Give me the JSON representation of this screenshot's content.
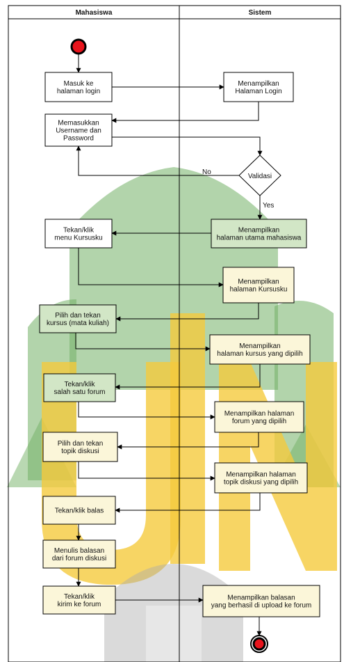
{
  "lanes": {
    "left": "Mahasiswa",
    "right": "Sistem"
  },
  "watermark": {
    "text": "UIN",
    "colors": {
      "green": "#5aa34a",
      "yellow": "#f3c01a",
      "gray": "#9e9e9e"
    }
  },
  "colors": {
    "stroke": "#000000",
    "node_fill": "#ffffff",
    "node_fill_highlight": "#fbf6d9",
    "node_fill_green": "#d2e6c6",
    "start_fill": "#e8141c"
  },
  "nodes": {
    "masuk_login": [
      "Masuk ke",
      "halaman login"
    ],
    "menampilkan_login": [
      "Menampilkan",
      "Halaman Login"
    ],
    "memasukkan": [
      "Memasukkan",
      "Username dan",
      "Password"
    ],
    "validasi": [
      "Validasi"
    ],
    "menu_kursusku": [
      "Tekan/klik",
      "menu Kursusku"
    ],
    "halaman_utama": [
      "Menampilkan",
      "halaman utama mahasiswa"
    ],
    "halaman_kursusku": [
      "Menampilkan",
      "halaman Kursusku"
    ],
    "pilih_kursus": [
      "Pilih dan tekan",
      "kursus (mata kuliah)"
    ],
    "halaman_kursus": [
      "Menampilkan",
      "halaman kursus yang dipilih"
    ],
    "salah_satu_forum": [
      "Tekan/klik",
      "salah satu forum"
    ],
    "forum_dipilih": [
      "Menampilkan halaman",
      "forum yang dipilih"
    ],
    "pilih_topik": [
      "Pilih dan tekan",
      "topik diskusi"
    ],
    "topik_dipilih": [
      "Menampilkan halaman",
      "topik diskusi yang dipilih"
    ],
    "balas": [
      "Tekan/klik balas"
    ],
    "menulis": [
      "Menulis balasan",
      "dari forum diskusi"
    ],
    "kirim": [
      "Tekan/klik",
      "kirim ke forum"
    ],
    "berhasil": [
      "Menampilkan balasan",
      "yang berhasil di upload ke forum"
    ]
  },
  "edge_labels": {
    "no": "No",
    "yes": "Yes"
  }
}
